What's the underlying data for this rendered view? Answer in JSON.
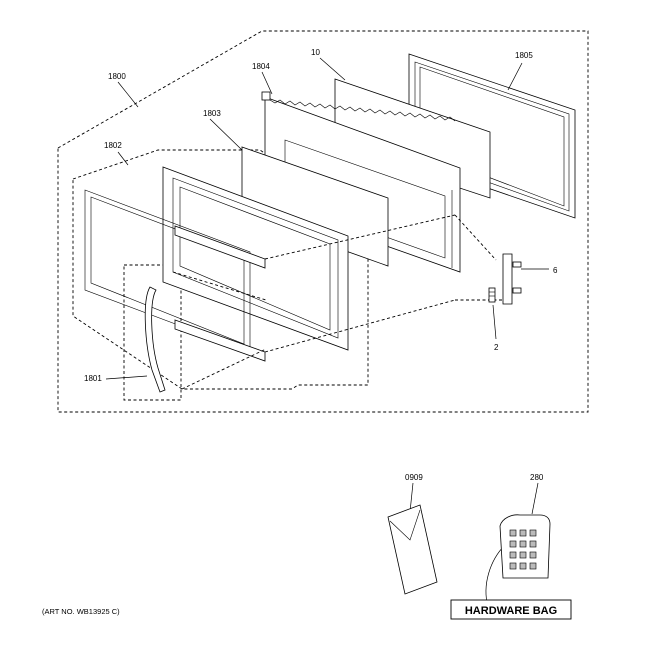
{
  "callouts": {
    "c1800": "1800",
    "c1804": "1804",
    "c10": "10",
    "c1805": "1805",
    "c1803": "1803",
    "c1802": "1802",
    "c6": "6",
    "c2": "2",
    "c1801": "1801",
    "c0909": "0909",
    "c280": "280"
  },
  "hardware_bag_label": "HARDWARE BAG",
  "art_number": "(ART NO. WB13925 C)"
}
